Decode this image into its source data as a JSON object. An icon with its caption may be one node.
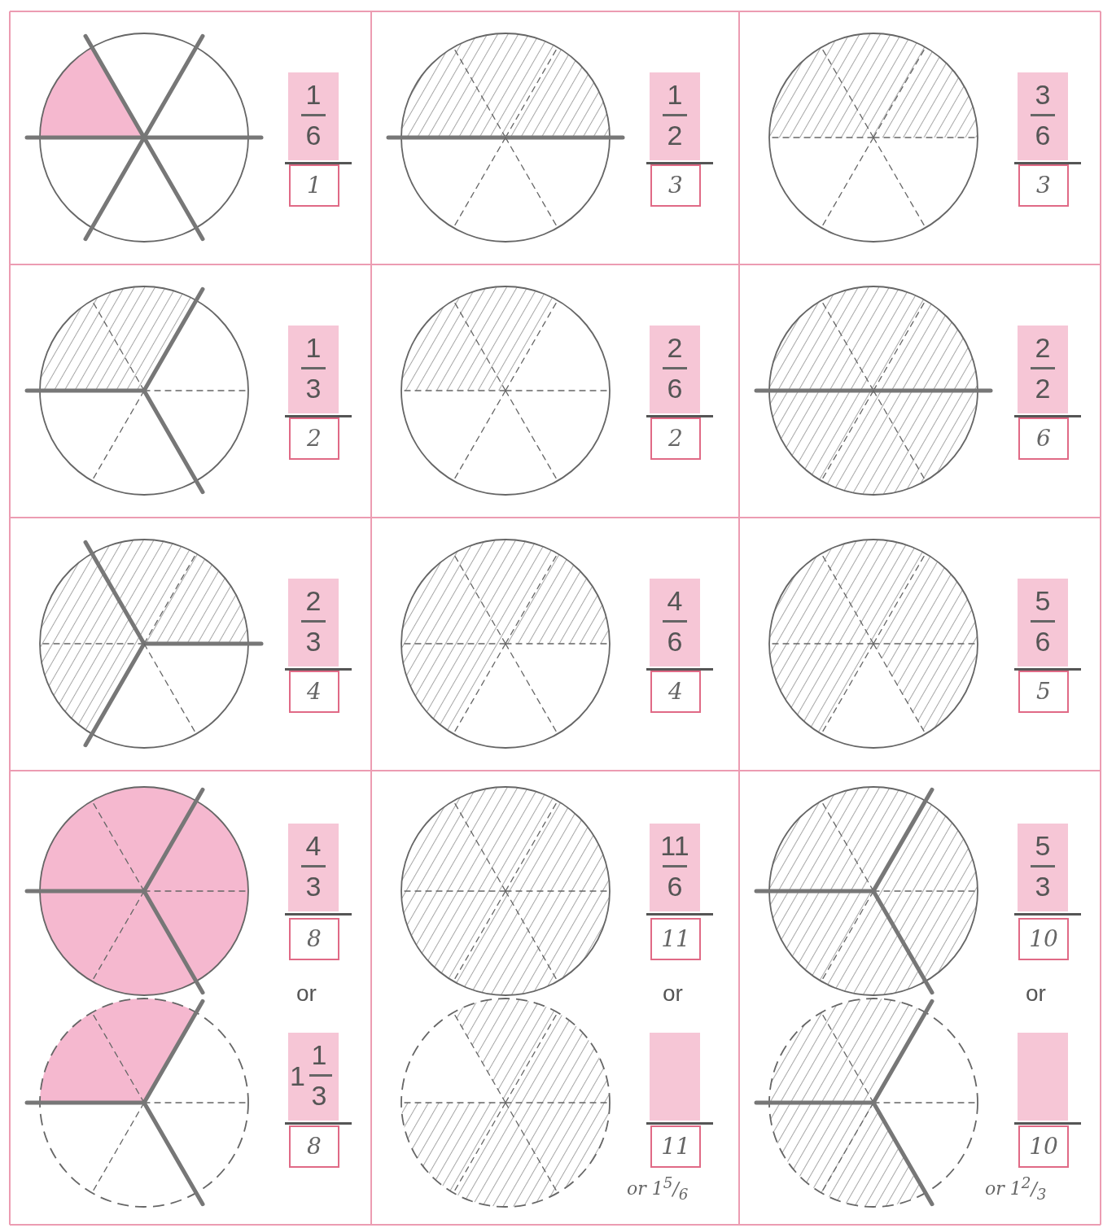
{
  "diagram": {
    "nodes": [
      {
        "text": [
          "1",
          "6"
        ]
      },
      {
        "text": [
          "1"
        ]
      },
      {
        "text": [
          "1",
          "2"
        ]
      },
      {
        "text": [
          "3"
        ]
      },
      {
        "text": [
          "3",
          "6"
        ]
      },
      {
        "text": [
          "3"
        ]
      },
      {
        "text": [
          "1",
          "3"
        ]
      },
      {
        "text": [
          "2"
        ]
      },
      {
        "text": [
          "2",
          "6"
        ]
      },
      {
        "text": [
          "2"
        ]
      },
      {
        "text": [
          "2",
          "2"
        ]
      },
      {
        "text": [
          "6"
        ]
      },
      {
        "text": [
          "2",
          "3"
        ]
      },
      {
        "text": [
          "4"
        ]
      },
      {
        "text": [
          "4",
          "6"
        ]
      },
      {
        "text": [
          "4"
        ]
      },
      {
        "text": [
          "5",
          "6"
        ]
      },
      {
        "text": [
          "5"
        ]
      },
      {
        "text": [
          "4",
          "3"
        ]
      },
      {
        "text": [
          "8"
        ]
      },
      {
        "text": [
          "1",
          "1",
          "3"
        ]
      },
      {
        "text": [
          "8"
        ]
      },
      {
        "text": [
          "11",
          "6"
        ]
      },
      {
        "text": [
          "11"
        ]
      },
      {
        "text": [],
        "shape": "box"
      },
      {
        "text": [
          "11"
        ]
      },
      {
        "text": [
          "5",
          "3"
        ]
      },
      {
        "text": [
          "10"
        ]
      },
      {
        "text": [],
        "shape": "box"
      },
      {
        "text": [
          "10"
        ]
      }
    ],
    "labels": [
      "or",
      "or",
      "or",
      "or 1$^{5}$/$_{6}$",
      "or 1$^{2}$/$_{3}$"
    ]
  }
}
